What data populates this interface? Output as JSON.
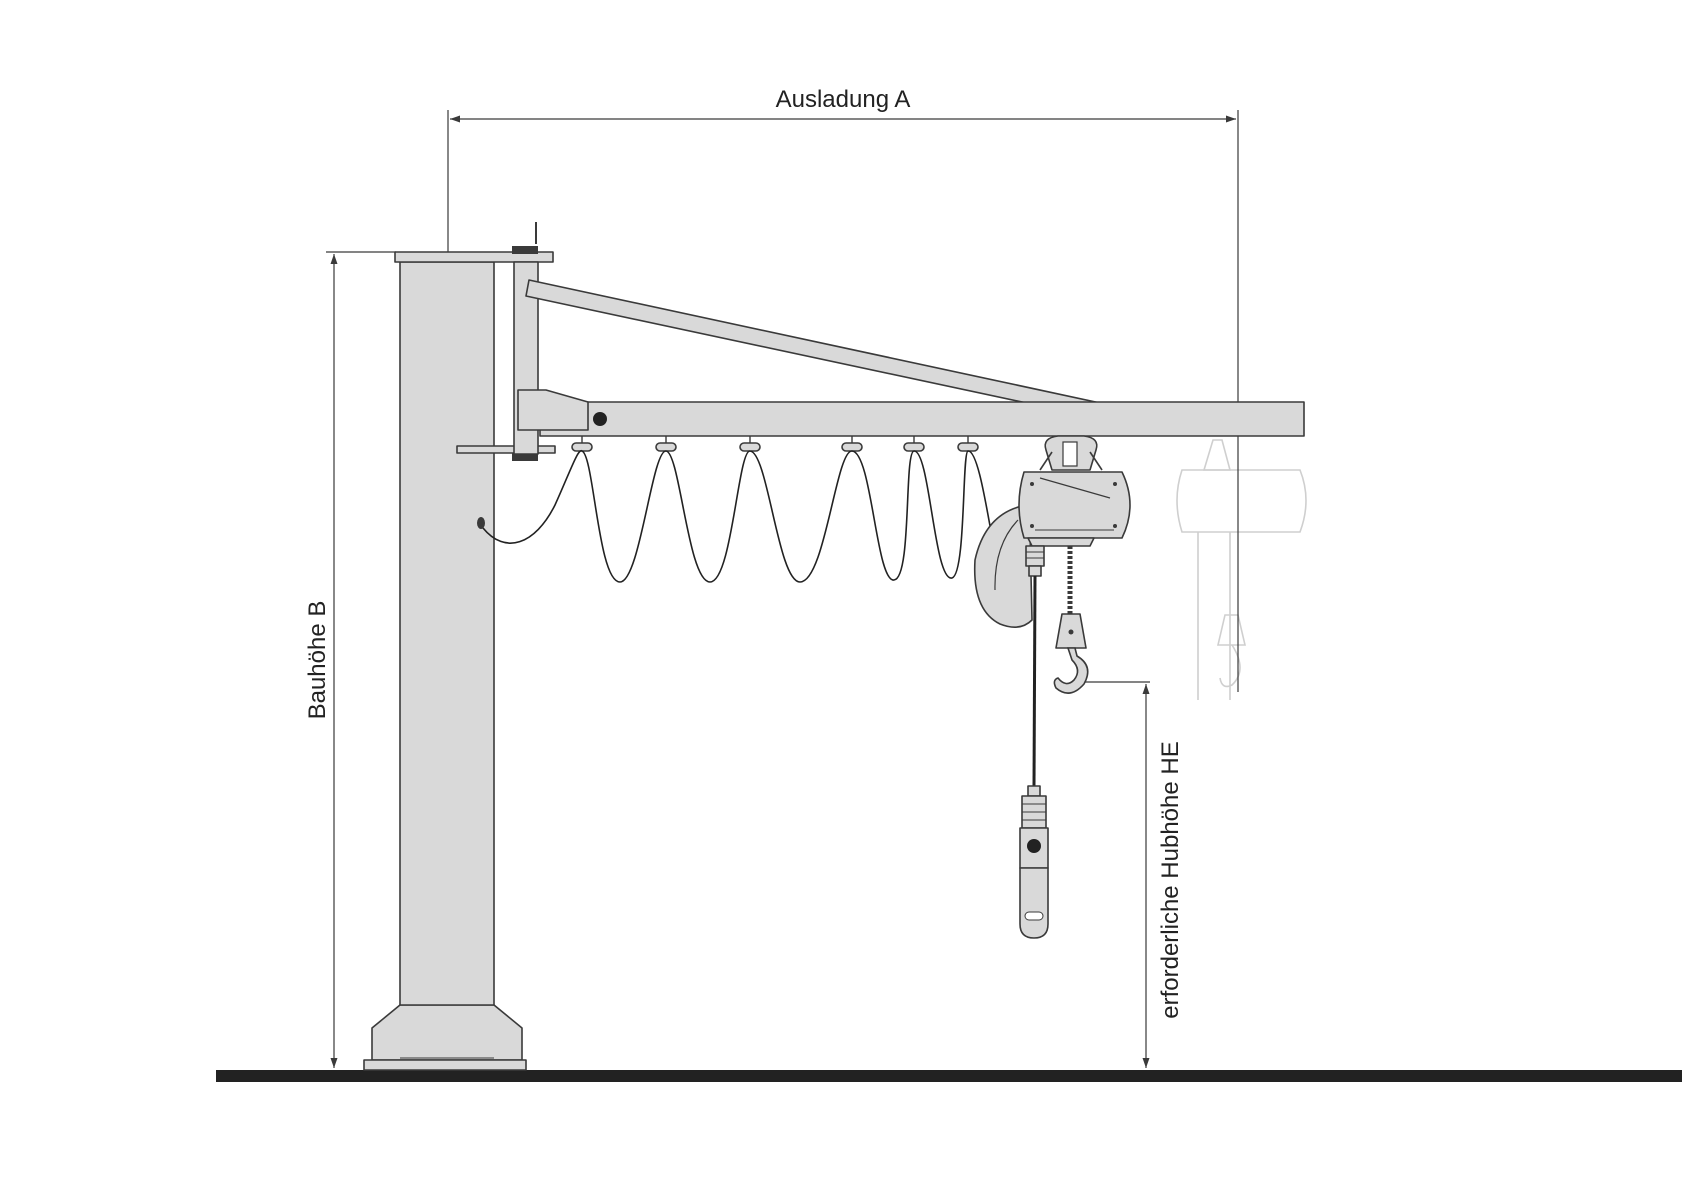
{
  "labels": {
    "reach": "Ausladung A",
    "height": "Bauhöhe B",
    "lift": "erforderliche Hubhöhe HE"
  },
  "colors": {
    "steel": "#d9d9d9",
    "outline": "#3a3a3a",
    "floor": "#222222",
    "ghost": "#cfcfcf"
  }
}
